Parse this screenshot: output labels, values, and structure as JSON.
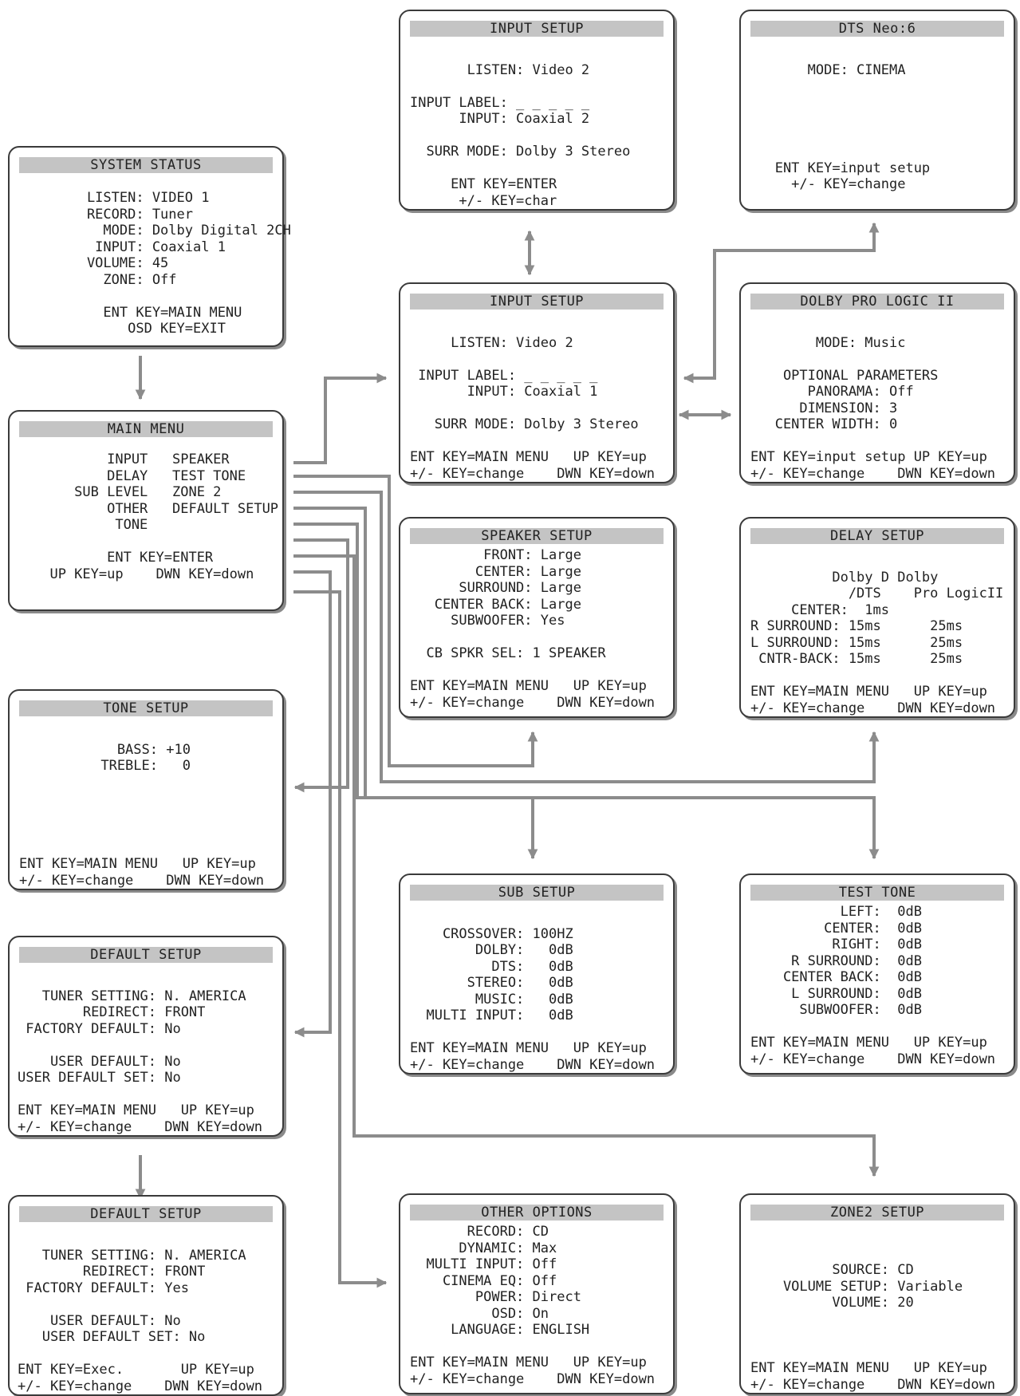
{
  "panels": [
    {
      "id": "system-status",
      "title": "SYSTEM STATUS",
      "lines": [
        "    LISTEN: VIDEO 1",
        "    RECORD: Tuner",
        "      MODE: Dolby Digital 2CH",
        "     INPUT: Coaxial 1",
        "    VOLUME: 45",
        "      ZONE: Off",
        "",
        "      ENT KEY=MAIN MENU",
        "         OSD KEY=EXIT"
      ]
    },
    {
      "id": "main-menu",
      "title": "MAIN MENU",
      "lines": [
        "         INPUT   SPEAKER",
        "         DELAY   TEST TONE",
        "     SUB LEVEL   ZONE 2",
        "         OTHER   DEFAULT SETUP",
        "          TONE",
        "",
        "         ENT KEY=ENTER",
        "  UP KEY=up    DWN KEY=down"
      ]
    },
    {
      "id": "tone-setup",
      "title": "TONE SETUP",
      "lines": [
        "",
        "            BASS: +10",
        "          TREBLE:   0",
        "",
        "",
        "",
        "",
        "",
        "ENT KEY=MAIN MENU   UP KEY=up",
        "+/- KEY=change    DWN KEY=down"
      ]
    },
    {
      "id": "default-setup-1",
      "title": "DEFAULT SETUP",
      "lines": [
        "",
        "   TUNER SETTING: N. AMERICA",
        "        REDIRECT: FRONT",
        " FACTORY DEFAULT: No",
        "",
        "    USER DEFAULT: No",
        "USER DEFAULT SET: No",
        "",
        "ENT KEY=MAIN MENU   UP KEY=up",
        "+/- KEY=change    DWN KEY=down"
      ]
    },
    {
      "id": "default-setup-2",
      "title": "DEFAULT SETUP",
      "lines": [
        "",
        "   TUNER SETTING: N. AMERICA",
        "        REDIRECT: FRONT",
        " FACTORY DEFAULT: Yes",
        "",
        "    USER DEFAULT: No",
        "   USER DEFAULT SET: No",
        "",
        "ENT KEY=Exec.       UP KEY=up",
        "+/- KEY=change    DWN KEY=down"
      ]
    },
    {
      "id": "input-setup-label",
      "title": "INPUT SETUP",
      "lines": [
        "",
        "       LISTEN: Video 2",
        "",
        "INPUT LABEL: _ _ _ _ _",
        "      INPUT: Coaxial 2",
        "",
        "  SURR MODE: Dolby 3 Stereo",
        "",
        "     ENT KEY=ENTER",
        "      +/- KEY=char"
      ]
    },
    {
      "id": "input-setup",
      "title": "INPUT SETUP",
      "lines": [
        "",
        "     LISTEN: Video 2",
        "",
        " INPUT LABEL: _ _ _ _ _",
        "       INPUT: Coaxial 1",
        "",
        "   SURR MODE: Dolby 3 Stereo",
        "",
        "ENT KEY=MAIN MENU   UP KEY=up",
        "+/- KEY=change    DWN KEY=down"
      ]
    },
    {
      "id": "speaker-setup",
      "title": "SPEAKER SETUP",
      "lines": [
        "         FRONT: Large",
        "        CENTER: Large",
        "      SURROUND: Large",
        "   CENTER BACK: Large",
        "     SUBWOOFER: Yes",
        "",
        "  CB SPKR SEL: 1 SPEAKER",
        "",
        "ENT KEY=MAIN MENU   UP KEY=up",
        "+/- KEY=change    DWN KEY=down"
      ]
    },
    {
      "id": "sub-setup",
      "title": "SUB SETUP",
      "lines": [
        "",
        "    CROSSOVER: 100HZ",
        "        DOLBY:   0dB",
        "          DTS:   0dB",
        "       STEREO:   0dB",
        "        MUSIC:   0dB",
        "  MULTI INPUT:   0dB",
        "",
        "ENT KEY=MAIN MENU   UP KEY=up",
        "+/- KEY=change    DWN KEY=down"
      ]
    },
    {
      "id": "other-options",
      "title": "OTHER OPTIONS",
      "lines": [
        "       RECORD: CD",
        "      DYNAMIC: Max",
        "  MULTI INPUT: Off",
        "    CINEMA EQ: Off",
        "        POWER: Direct",
        "          OSD: On",
        "     LANGUAGE: ENGLISH",
        "",
        "ENT KEY=MAIN MENU   UP KEY=up",
        "+/- KEY=change    DWN KEY=down"
      ]
    },
    {
      "id": "dts-neo6",
      "title": "DTS Neo:6",
      "lines": [
        "",
        "       MODE: CINEMA",
        "",
        "",
        "",
        "",
        "",
        "   ENT KEY=input setup",
        "     +/- KEY=change"
      ]
    },
    {
      "id": "dolby-pro-logic",
      "title": "DOLBY PRO LOGIC II",
      "lines": [
        "",
        "        MODE: Music",
        "",
        "    OPTIONAL PARAMETERS",
        "       PANORAMA: Off",
        "      DIMENSION: 3",
        "   CENTER WIDTH: 0",
        "",
        "ENT KEY=input setup UP KEY=up",
        "+/- KEY=change    DWN KEY=down"
      ]
    },
    {
      "id": "delay-setup",
      "title": "DELAY SETUP",
      "lines": [
        "",
        "          Dolby D Dolby",
        "            /DTS    Pro LogicII",
        "     CENTER:  1ms",
        "R SURROUND: 15ms      25ms",
        "L SURROUND: 15ms      25ms",
        " CNTR-BACK: 15ms      25ms",
        "",
        "ENT KEY=MAIN MENU   UP KEY=up",
        "+/- KEY=change    DWN KEY=down"
      ]
    },
    {
      "id": "test-tone",
      "title": "TEST TONE",
      "lines": [
        "           LEFT:  0dB",
        "         CENTER:  0dB",
        "          RIGHT:  0dB",
        "     R SURROUND:  0dB",
        "    CENTER BACK:  0dB",
        "     L SURROUND:  0dB",
        "      SUBWOOFER:  0dB",
        "",
        "ENT KEY=MAIN MENU   UP KEY=up",
        "+/- KEY=change    DWN KEY=down"
      ]
    },
    {
      "id": "zone2-setup",
      "title": "ZONE2 SETUP",
      "lines": [
        "",
        "",
        "          SOURCE: CD",
        "    VOLUME SETUP: Variable",
        "          VOLUME: 20",
        "",
        "",
        "",
        "ENT KEY=MAIN MENU   UP KEY=up",
        "+/- KEY=change    DWN KEY=down"
      ]
    }
  ],
  "colors": {
    "connector": "#8c8c8c",
    "title_bar": "#c4c4c4",
    "border": "#3a3a3a"
  }
}
